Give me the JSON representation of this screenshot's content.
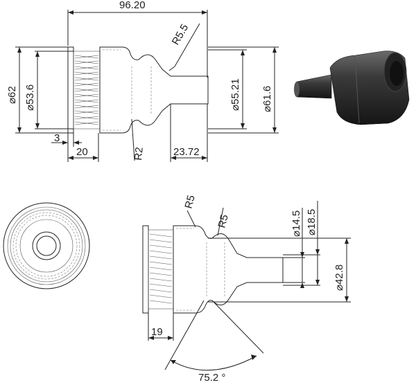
{
  "top_view": {
    "length_overall": "96.20",
    "flange_dia": "62",
    "thread_dia": "53.6",
    "body_dia": "61.6",
    "neck_dia": "55.21",
    "flange_thk": "3",
    "thread_len": "20",
    "stub_len": "23.72",
    "radius_top": "R5.5",
    "radius_groove": "R2"
  },
  "side_view": {
    "radius_a": "R5",
    "radius_b": "R5",
    "stub_dia_a": "14.5",
    "stub_dia_b": "18.5",
    "body_dia": "42.8",
    "flange_len": "19",
    "angle": "75.2 °"
  },
  "symbols": {
    "diameter": "⌀"
  },
  "render": {
    "part_color": "#2a2a2a"
  }
}
